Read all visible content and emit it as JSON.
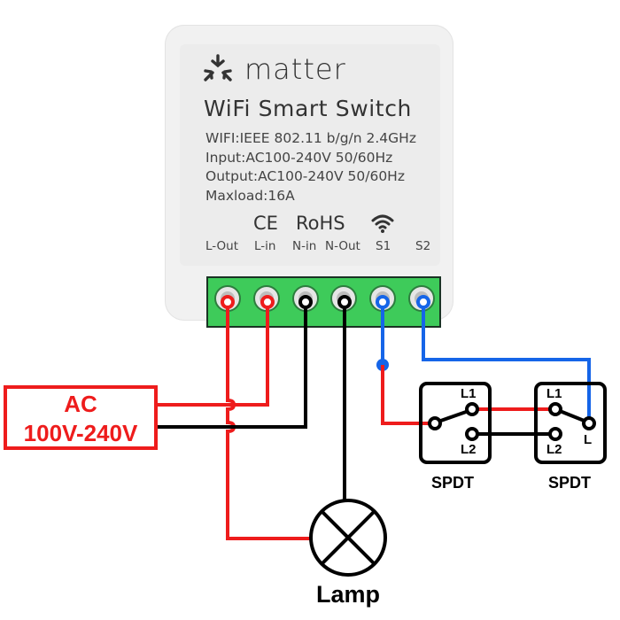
{
  "device": {
    "brand": "matter",
    "brand_icon": "matter-logo-icon",
    "title": "WiFi Smart Switch",
    "specs": [
      "WIFI:IEEE 802.11 b/g/n 2.4GHz",
      "Input:AC100-240V 50/60Hz",
      "Output:AC100-240V 50/60Hz",
      "Maxload:16A"
    ],
    "certifications": {
      "ce": "CE",
      "rohs": "RoHS",
      "wifi_icon": "wifi-icon"
    },
    "terminals": [
      "L-Out",
      "L-in",
      "N-in",
      "N-Out",
      "S1",
      "S2"
    ]
  },
  "power_source": {
    "line1": "AC",
    "line2": "100V-240V"
  },
  "switches": [
    {
      "label": "SPDT",
      "terminals": {
        "l1": "L1",
        "l2": "L2"
      }
    },
    {
      "label": "SPDT",
      "terminals": {
        "l1": "L1",
        "l2": "L2",
        "l": "L"
      }
    }
  ],
  "lamp": {
    "label": "Lamp"
  },
  "colors": {
    "live": "#ee1c1c",
    "neutral": "#000000",
    "signal": "#1565e8",
    "terminal_block": "#3ecb5a"
  }
}
